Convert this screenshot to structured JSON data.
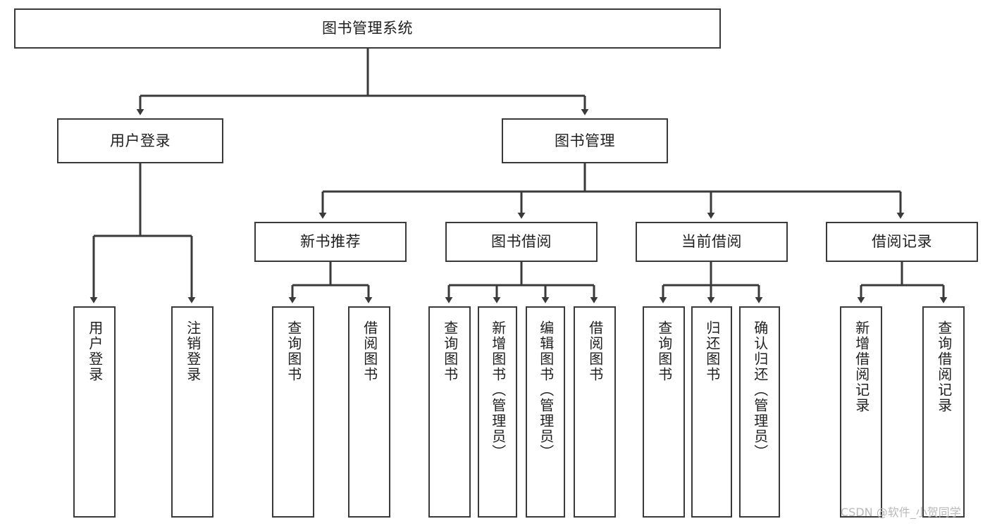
{
  "diagram": {
    "title": "图书管理系统",
    "type": "tree",
    "root": {
      "label": "图书管理系统"
    },
    "level1": [
      {
        "label": "用户登录"
      },
      {
        "label": "图书管理"
      }
    ],
    "level2": [
      {
        "label": "新书推荐"
      },
      {
        "label": "图书借阅"
      },
      {
        "label": "当前借阅"
      },
      {
        "label": "借阅记录"
      }
    ],
    "leaves": {
      "user_login": [
        {
          "label": "用户登录"
        },
        {
          "label": "注销登录"
        }
      ],
      "new_book_recommend": [
        {
          "label": "查询图书"
        },
        {
          "label": "借阅图书"
        }
      ],
      "book_borrow": [
        {
          "label": "查询图书"
        },
        {
          "label": "新增图书（管理员）"
        },
        {
          "label": "编辑图书（管理员）"
        },
        {
          "label": "借阅图书"
        }
      ],
      "current_borrow": [
        {
          "label": "查询图书"
        },
        {
          "label": "归还图书"
        },
        {
          "label": "确认归还（管理员）"
        }
      ],
      "borrow_record": [
        {
          "label": "新增借阅记录"
        },
        {
          "label": "查询借阅记录"
        }
      ]
    }
  },
  "watermark": {
    "text": "CSDN @软件_小贺同学"
  },
  "colors": {
    "border": "#3a3a3a",
    "background": "#ffffff",
    "text": "#1f1f1f",
    "watermark": "#b9b9b9"
  }
}
